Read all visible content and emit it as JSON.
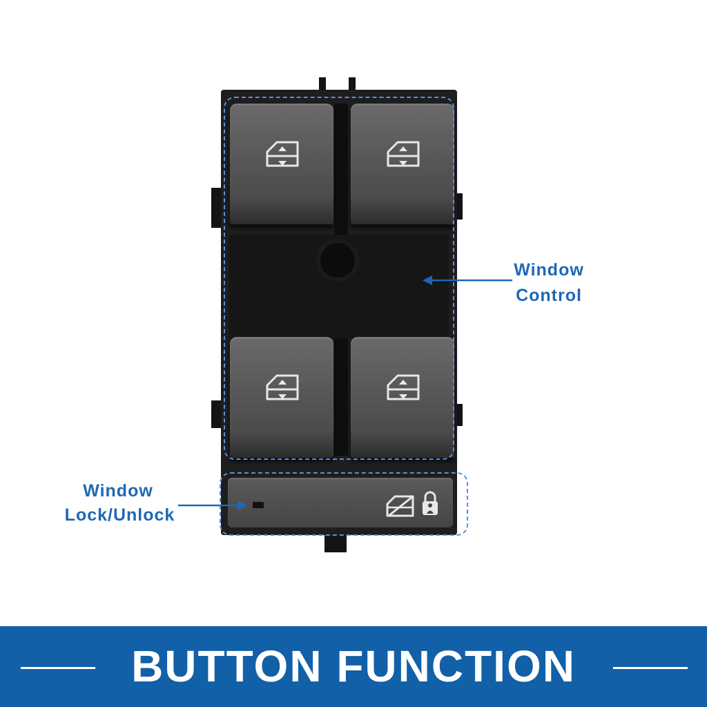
{
  "image": {
    "subject": "Car power window master switch",
    "background_color": "#ffffff"
  },
  "callouts": {
    "window_control_line1": "Window",
    "window_control_line2": "Control",
    "window_lock_line1": "Window",
    "window_lock_line2": "Lock/Unlock",
    "text_color": "#1f68b5"
  },
  "banner": {
    "title": "BUTTON FUNCTION",
    "background_color": "#1160a8",
    "text_color": "#ffffff"
  },
  "icons": {
    "window_switch": "window-up-down-icon",
    "window_lock": "window-lock-icon",
    "child_lock": "padlock-person-icon"
  }
}
